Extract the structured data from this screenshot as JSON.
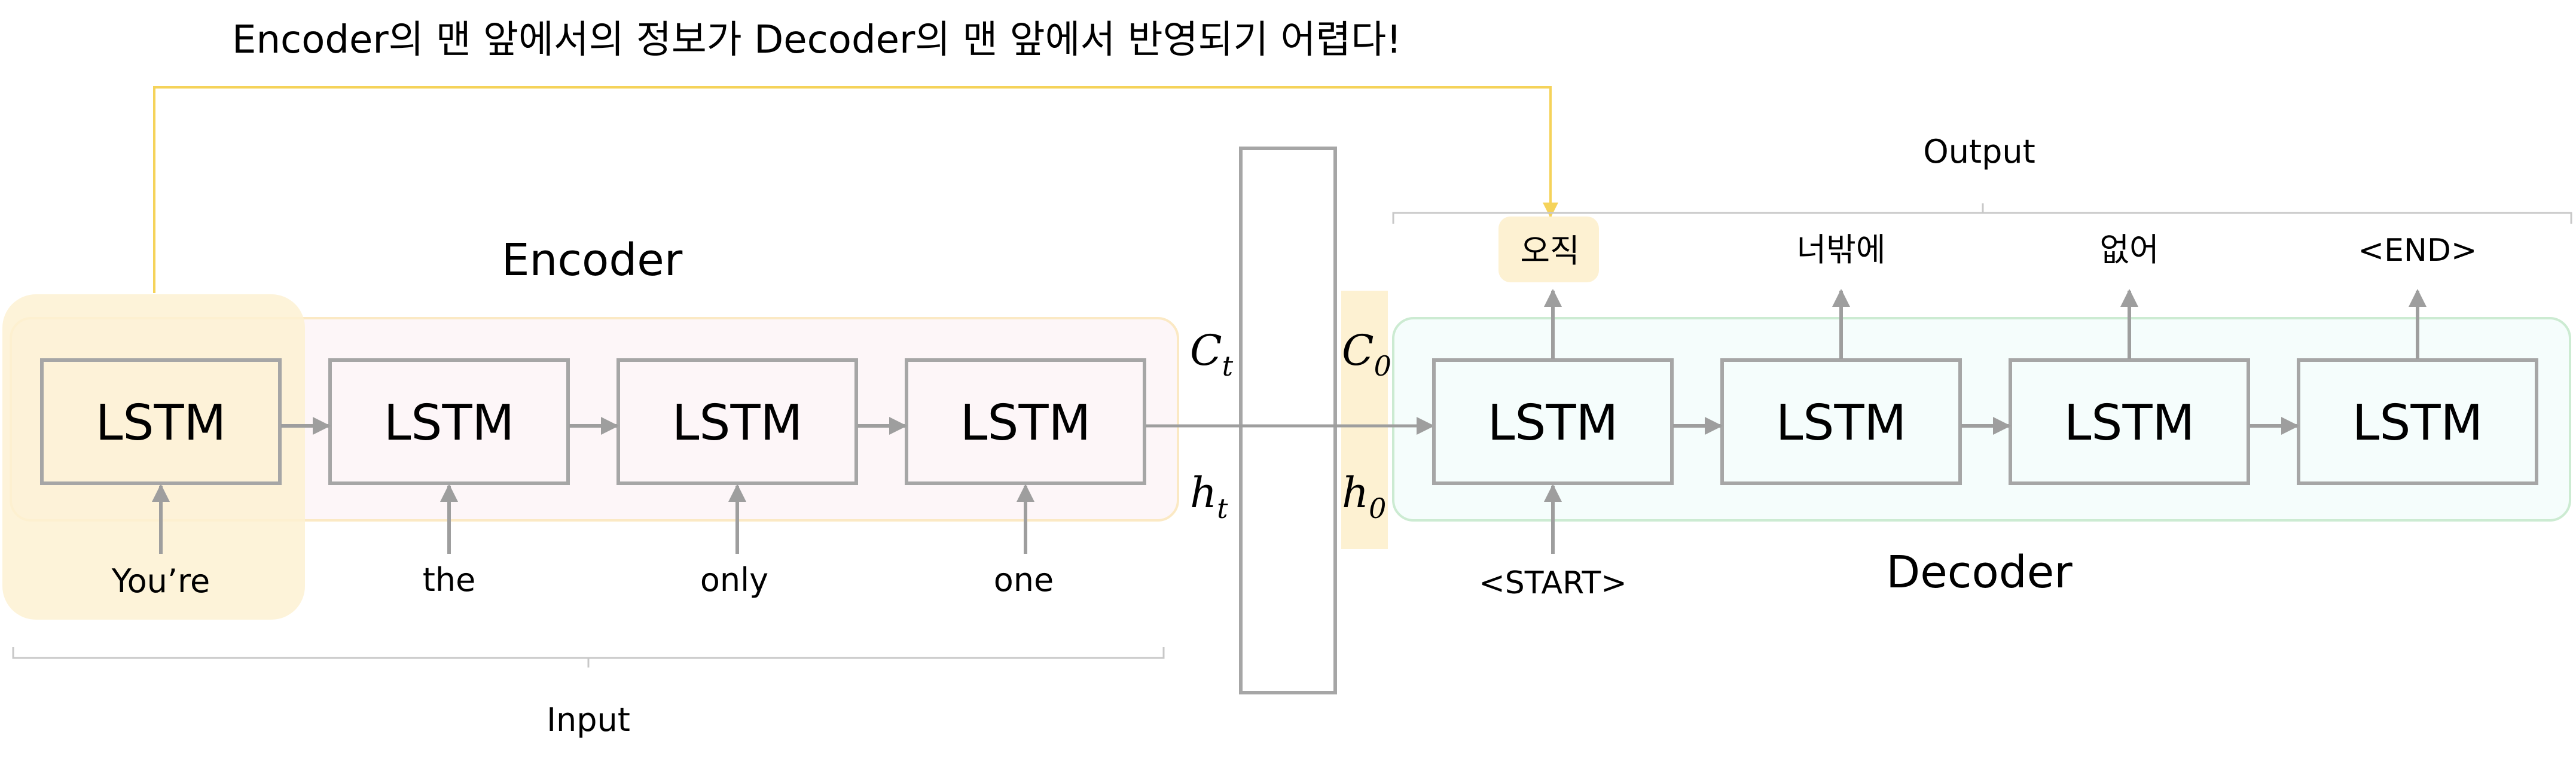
{
  "annotation": "Encoder의 맨 앞에서의 정보가 Decoder의 맨 앞에서 반영되기 어렵다!",
  "encoder": {
    "title": "Encoder",
    "cells": [
      "LSTM",
      "LSTM",
      "LSTM",
      "LSTM"
    ],
    "inputs": [
      "You’re",
      "the",
      "only",
      "one"
    ]
  },
  "decoder": {
    "title": "Decoder",
    "cells": [
      "LSTM",
      "LSTM",
      "LSTM",
      "LSTM"
    ],
    "start_token": "<START>",
    "outputs": [
      "오직",
      "너밖에",
      "없어",
      "<END>"
    ]
  },
  "state": {
    "c_t": {
      "base": "C",
      "sub": "t"
    },
    "h_t": {
      "base": "h",
      "sub": "t"
    },
    "c_0": {
      "base": "C",
      "sub": "0"
    },
    "h_0": {
      "base": "h",
      "sub": "0"
    }
  },
  "labels": {
    "input": "Input",
    "output": "Output"
  },
  "colors": {
    "encoder_bg": "#fdf6f8",
    "encoder_border": "#fbe9c4",
    "decoder_bg": "#f5fdfc",
    "decoder_border": "#ccebd2",
    "highlight": "#fdf1d2",
    "annotation_line": "#f5d35a",
    "box_stroke": "#a6a6a6",
    "arrow": "#9e9e9e",
    "text": "#000000"
  }
}
